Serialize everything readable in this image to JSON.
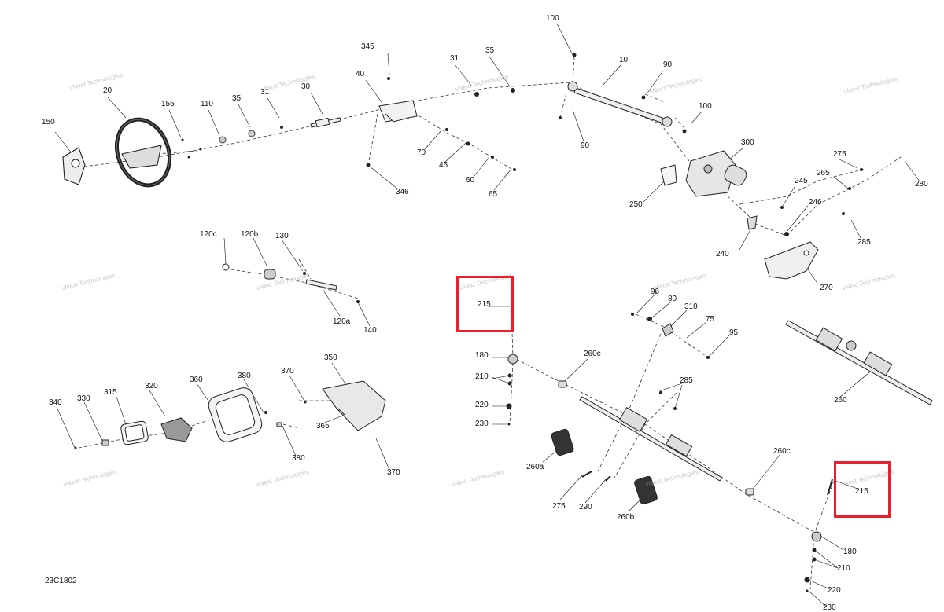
{
  "diagram": {
    "code": "23C1802",
    "watermark": "vNext Technologies",
    "labels": {
      "l100a": "100",
      "l10": "10",
      "l90a": "90",
      "l100b": "100",
      "l90b": "90",
      "l345": "345",
      "l31a": "31",
      "l35a": "35",
      "l40": "40",
      "l20": "20",
      "l30": "30",
      "l31b": "31",
      "l155": "155",
      "l110": "110",
      "l35b": "35",
      "l150": "150",
      "l70": "70",
      "l45": "45",
      "l60": "60",
      "l65": "65",
      "l346": "346",
      "l300": "300",
      "l250": "250",
      "l275a": "275",
      "l265": "265",
      "l280": "280",
      "l245": "245",
      "l246": "246",
      "l285a": "285",
      "l240": "240",
      "l270": "270",
      "l120c": "120c",
      "l120b": "120b",
      "l130": "130",
      "l120a": "120a",
      "l140": "140",
      "l215a": "215",
      "l96": "96",
      "l80": "80",
      "l310": "310",
      "l75": "75",
      "l95": "95",
      "l180a": "180",
      "l260c": "260c",
      "l210a": "210",
      "l285b": "285",
      "l220a": "220",
      "l230a": "230",
      "l260a": "260a",
      "l275b": "275",
      "l290": "290",
      "l260b": "260b",
      "l260c2": "260c",
      "l215b": "215",
      "l180b": "180",
      "l210b": "210",
      "l220b": "220",
      "l230b": "230",
      "l260": "260",
      "l350": "350",
      "l370a": "370",
      "l380a": "380",
      "l360": "360",
      "l320": "320",
      "l315": "315",
      "l330": "330",
      "l340": "340",
      "l365": "365",
      "l380b": "380",
      "l370b": "370"
    },
    "colors": {
      "highlight": "#e8202a",
      "line": "#333333",
      "watermark": "#9a9a9a"
    }
  }
}
